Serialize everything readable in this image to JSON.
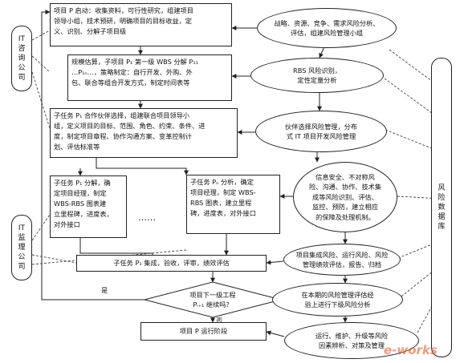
{
  "blocks": {
    "project_start": "项目 P 启动：收集资料，可行性研究，组建项目\n领导小组，技术预研，明确项目的目标收益，定\n义、识别、分解子项目级",
    "wbs_estimate": "规模估算，子项目 P₁ 第一级 WBS 分解 P₁₁\n…P₁ₙ…，策略制定：自行开发、外购、外\n包、联合等组合开发方式，制定时间表等",
    "subtask_partner": "子任务 P₁ 合作伙伴选择，组建联合项目领导小\n组，定义项目的目标、范围、角色、约束、条件、进\n度，制定项目章程、协作沟通方案、变革控制计\n划、评估标准等",
    "subtask_p1": "子任务 P₁ 分解，确\n定项目经理，制定\nWBS-RBS 图表建\n立里程碑，进度表，\n对外接口",
    "ellipsis": "……",
    "subtask_pn": "子任务 Pₙ 分析，确定\n项目经理，制定 WBS-\nRBS 图表，建立里程\n碑，进度表，对外接口",
    "integration": "子任务 P₁ 集成，验收，评审，绩效评估",
    "next_stage": "项目下一级工程\nPᵢ₊₁ 继续吗？",
    "operation": "项目 P 运行阶段"
  },
  "labels": {
    "yes": "是",
    "no": "否"
  },
  "side_nodes": {
    "it_consult": "IT\n咨\n询\n公\n司",
    "it_supervise": "IT\n监\n理\n公\n司",
    "risk_db": "风\n险\n数\n据\n库"
  },
  "risk_nodes": {
    "strategy": "战略、资源、竞争、需求风险分析、\n评估，组建风险管理小组",
    "rbs": "RBS 风险识别，\n定性定量分析",
    "partner_risk": "伙伴选择风险管理，分布\n式 IT 项目开发风险管理",
    "security": "信息安全、不对称风\n险、沟通、协作、技术集\n成等风险识别、评估、\n监控、预防，建立相应\n的保障及处理机制。",
    "integrated": "项目集成风险、运行风险、风险\n管理绩效评估，报告、归档",
    "experience": "在本期的风险管理评估经\n验上进行下级风险分析",
    "operation_risk": "运行、维护、升级等风险\n因素辨析、对策及管理"
  },
  "watermark": "e-works"
}
